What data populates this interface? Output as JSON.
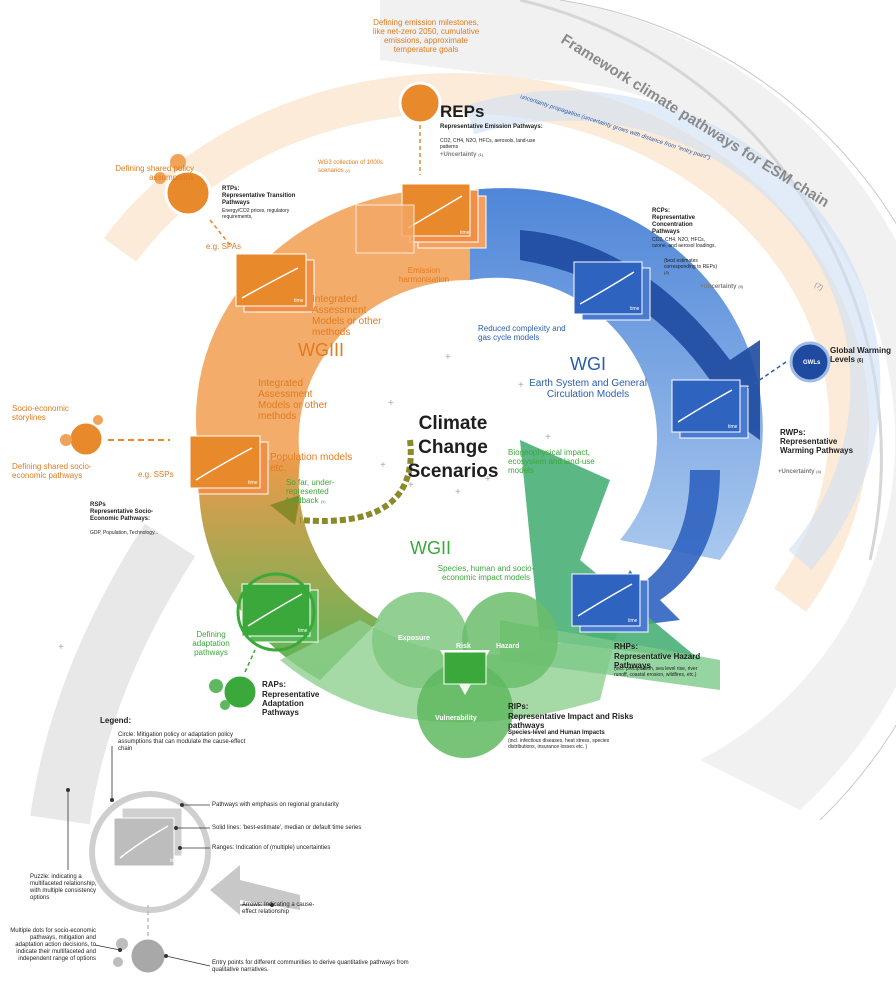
{
  "title": "Framework climate pathways for ESM chain",
  "title_note": "(7)",
  "uncertainty_note": "uncertainty propagation (uncertainty grows with distance from \"entry point\")",
  "uncertainty_note_ref": "(8)",
  "center": {
    "line1": "Climate",
    "line2": "Change",
    "line3": "Scenarios"
  },
  "wg_labels": {
    "wg1": "WGI",
    "wg2": "WGII",
    "wg3": "WGIII"
  },
  "reps": {
    "defining": "Defining emission milestones, like net-zero 2050, cumulative emissions, approximate temperature goals",
    "title": "REPs",
    "subtitle": "Representative Emission Pathways:",
    "details": "CO2, CH4, N2O, HFCs, aerosols, land-use patterns",
    "uncertainty": "+Uncertainty",
    "uncertainty_ref": "(1)"
  },
  "wg3_collection": {
    "text": "WG3 collection of 1000s scenarios",
    "ref": "(2)"
  },
  "rtps": {
    "defining": "Defining shared policy assumptions",
    "title": "RTPs:",
    "subtitle": "Representative Transition Pathways",
    "details": "Energy/CO2 prices, regulatory requirements,",
    "eg": "e.g. SPAs"
  },
  "iam_top": "Integrated Assessment Models or other methods",
  "iam_mid": "Integrated Assessment Models or other methods",
  "emission_harmonisation": "Emission harmonisation",
  "reduced_complexity": "Reduced complexity and gas cycle models",
  "esm": "Earth System and General Circulation Models",
  "rcps": {
    "title": "RCPs:",
    "subtitle": "Representative Concentration Pathways",
    "details": "CO2, CH4, N2O, HFCs, ozone, and aerosol loadings.",
    "best_estimates": "(best estimates corresponding to REPs)",
    "best_estimates_ref": "(3)",
    "uncertainty": "+Uncertainty",
    "uncertainty_ref": "(5)"
  },
  "gwls": {
    "badge": "GWLs",
    "label": "Global Warming Levels",
    "ref": "(6)"
  },
  "rwps": {
    "title": "RWPs:",
    "subtitle": "Representative Warming Pathways",
    "uncertainty": "+Uncertainty",
    "uncertainty_ref": "(4)"
  },
  "socio": {
    "storylines": "Socio-economic storylines",
    "defining": "Defining shared socio-economic pathways",
    "eg": "e.g. SSPs",
    "population_models": "Population models etc."
  },
  "rsps": {
    "title": "RSPs",
    "subtitle": "Representative Socio-Economic Pathways:",
    "details": "GDP, Population, Technology..."
  },
  "feedback": {
    "text": "So far, under-represented feedback",
    "ref": "(9)"
  },
  "biogeo": "Biogeophysical impact, ecosystem and land-use models",
  "species_models": "Species, human and socio-economic impact models",
  "risk_labels": {
    "exposure": "Exposure",
    "risk": "Risk",
    "hazard": "Hazard",
    "vulnerability": "Vulnerability"
  },
  "rhps": {
    "title": "RHPs:",
    "subtitle": "Representative Hazard Pathways",
    "details": "(incl. precipitation, sea level rise, river runoff, coastal erosion, wildfires, etc.)"
  },
  "rips": {
    "title": "RIPs:",
    "subtitle": "Representative Impact and Risks pathways",
    "species": "Species-level and Human Impacts",
    "details": "(incl. infectious diseases, heat stress, species distributions, insurance losses etc. )"
  },
  "raps": {
    "defining": "Defining adaptation pathways",
    "title": "RAPs:",
    "subtitle": "Representative Adaptation Pathways"
  },
  "time_label": "time",
  "legend": {
    "title": "Legend:",
    "circle": "Circle: Mitigation policy or adaptation policy assumptions that can modulate the cause-effect chain",
    "regional": "Pathways with emphasis on regional granularity",
    "solid_lines": "Solid lines: 'best-estimate', median or default time series",
    "ranges": "Ranges: Indication of (multiple) uncertainties",
    "puzzle": "Puzzle: indicating a multifaceted relationship, with multiple consistency options",
    "arrows": "Arrows: Indicating a cause-effect relationship",
    "dots": "Multiple dots for socio-economic pathways, mitigation and adaptation action decisions, to indicate their multifaceted and independent range of options",
    "entry": "Entry points for different communities to derive quantitative pathways from qualitative narratives."
  },
  "colors": {
    "orange": "#e8892b",
    "blue": "#2a5db0",
    "green": "#3aa83a",
    "grey": "#9a9a9a"
  }
}
